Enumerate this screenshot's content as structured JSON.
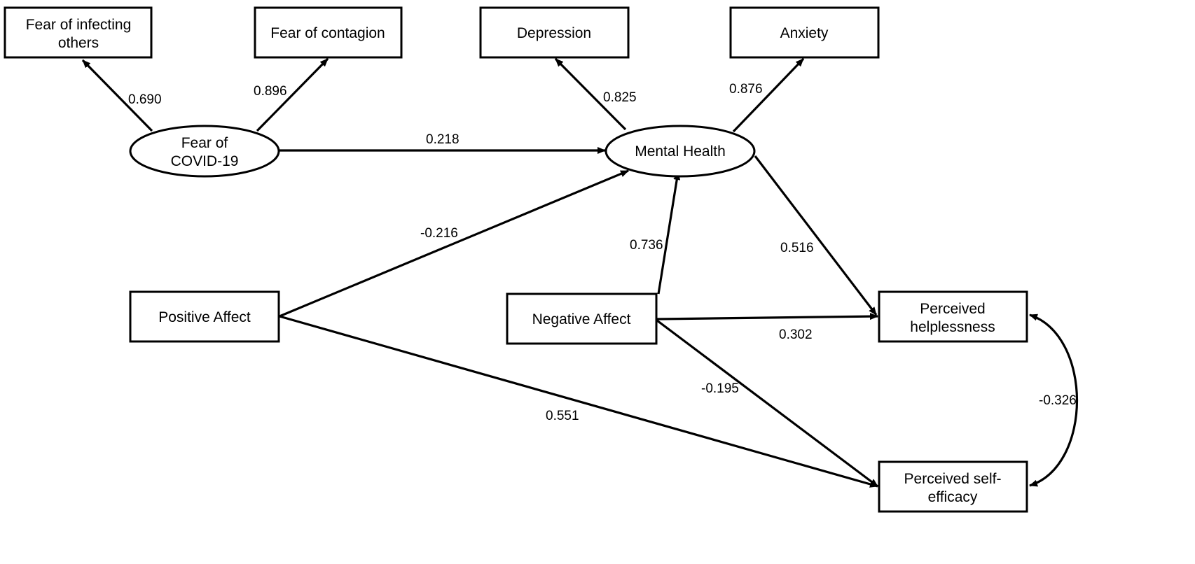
{
  "nodes": {
    "fear_infecting": {
      "lines": [
        "Fear of infecting",
        "others"
      ]
    },
    "fear_contagion": {
      "lines": [
        "Fear of contagion"
      ]
    },
    "depression": {
      "lines": [
        "Depression"
      ]
    },
    "anxiety": {
      "lines": [
        "Anxiety"
      ]
    },
    "fear_covid": {
      "lines": [
        "Fear of",
        "COVID-19"
      ]
    },
    "mental_health": {
      "lines": [
        "Mental Health"
      ]
    },
    "positive_affect": {
      "lines": [
        "Positive Affect"
      ]
    },
    "negative_affect": {
      "lines": [
        "Negative Affect"
      ]
    },
    "perceived_helplessness": {
      "lines": [
        "Perceived",
        "helplessness"
      ]
    },
    "perceived_self_efficacy": {
      "lines": [
        "Perceived self-",
        "efficacy"
      ]
    }
  },
  "edges": {
    "covid_to_infecting": {
      "from": "Fear of COVID-19",
      "to": "Fear of infecting others",
      "label": "0.690"
    },
    "covid_to_contagion": {
      "from": "Fear of COVID-19",
      "to": "Fear of contagion",
      "label": "0.896"
    },
    "mh_to_depression": {
      "from": "Mental Health",
      "to": "Depression",
      "label": "0.825"
    },
    "mh_to_anxiety": {
      "from": "Mental Health",
      "to": "Anxiety",
      "label": "0.876"
    },
    "covid_to_mh": {
      "from": "Fear of COVID-19",
      "to": "Mental Health",
      "label": "0.218"
    },
    "pa_to_mh": {
      "from": "Positive Affect",
      "to": "Mental Health",
      "label": "-0.216"
    },
    "na_to_mh": {
      "from": "Negative Affect",
      "to": "Mental Health",
      "label": "0.736"
    },
    "mh_to_help": {
      "from": "Mental Health",
      "to": "Perceived helplessness",
      "label": "0.516"
    },
    "na_to_help": {
      "from": "Negative Affect",
      "to": "Perceived helplessness",
      "label": "0.302"
    },
    "na_to_eff": {
      "from": "Negative Affect",
      "to": "Perceived self-efficacy",
      "label": "-0.195"
    },
    "pa_to_eff": {
      "from": "Positive Affect",
      "to": "Perceived self-efficacy",
      "label": "0.551"
    },
    "help_eff_cov": {
      "from": "Perceived helplessness",
      "to": "Perceived self-efficacy",
      "label": "-0.326"
    }
  }
}
